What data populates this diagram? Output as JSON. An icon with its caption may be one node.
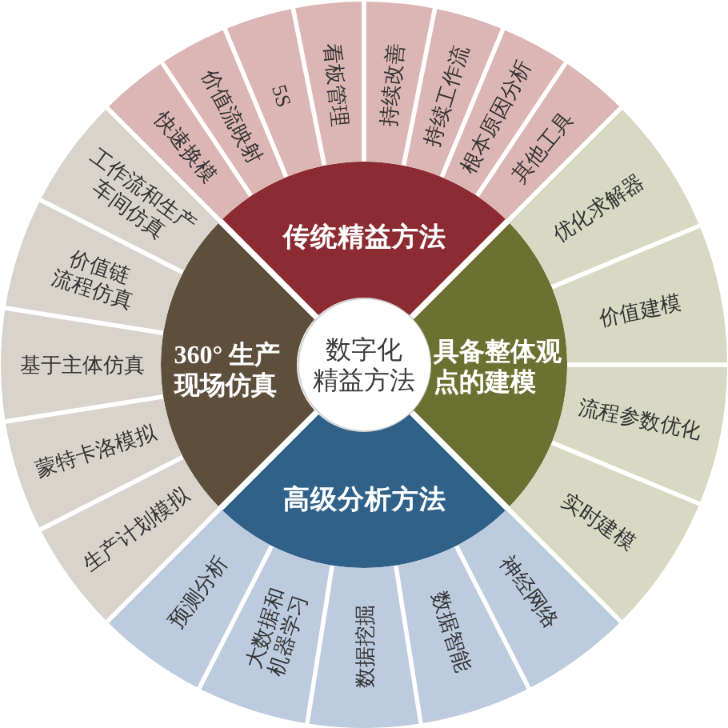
{
  "diagram": {
    "nodes": [
      {
        "text": [
          "数字化精益方法"
        ]
      },
      {
        "text": [
          "传统精益方法"
        ]
      },
      {
        "text": [
          "具备整体观点的建模"
        ]
      },
      {
        "text": [
          "高级分析方法"
        ]
      },
      {
        "text": [
          "360° 生产现场仿真"
        ]
      },
      {
        "text": [
          "快速换模"
        ]
      },
      {
        "text": [
          "价值流映射"
        ]
      },
      {
        "text": [
          "5S"
        ]
      },
      {
        "text": [
          "看板管理"
        ]
      },
      {
        "text": [
          "持续改善"
        ]
      },
      {
        "text": [
          "持续工作流"
        ]
      },
      {
        "text": [
          "根本原因分析"
        ]
      },
      {
        "text": [
          "其他工具"
        ]
      },
      {
        "text": [
          "优化求解器"
        ]
      },
      {
        "text": [
          "价值建模"
        ]
      },
      {
        "text": [
          "流程参数优化"
        ]
      },
      {
        "text": [
          "实时建模"
        ]
      },
      {
        "text": [
          "预测分析"
        ]
      },
      {
        "text": [
          "大数据和机器学习"
        ]
      },
      {
        "text": [
          "数据挖掘"
        ]
      },
      {
        "text": [
          "数据智能"
        ]
      },
      {
        "text": [
          "神经网络"
        ]
      },
      {
        "text": [
          "工作流和生产车间仿真"
        ]
      },
      {
        "text": [
          "价值链流程仿真"
        ]
      },
      {
        "text": [
          "基于主体仿真"
        ]
      },
      {
        "text": [
          "蒙特卡洛模拟"
        ]
      },
      {
        "text": [
          "生产计划模拟"
        ]
      }
    ]
  }
}
